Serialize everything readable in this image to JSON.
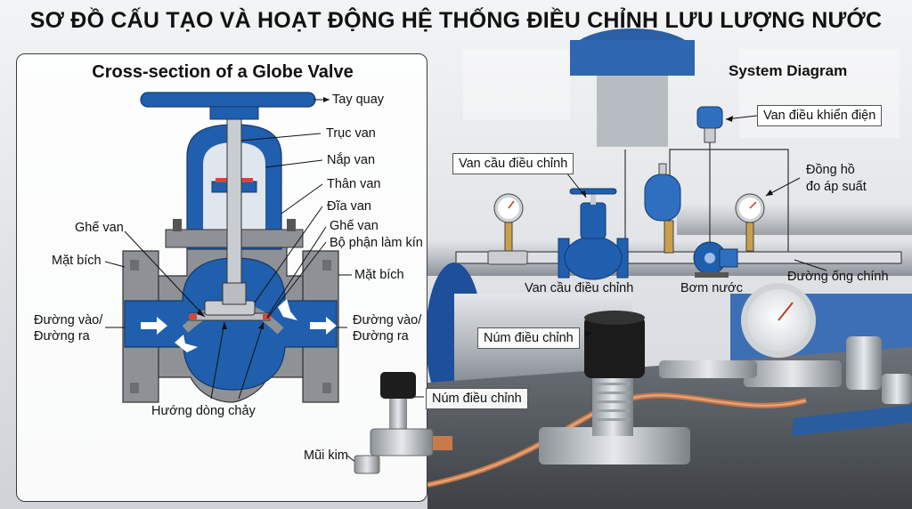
{
  "title": "SƠ ĐỒ CẤU TẠO VÀ HOẠT ĐỘNG HỆ THỐNG ĐIỀU CHỈNH LƯU LƯỢNG NƯỚC",
  "left_panel": {
    "title": "Cross-section of a Globe Valve",
    "labels": {
      "tay_quay": "Tay quay",
      "truc_van": "Trục van",
      "nap_van": "Nắp van",
      "than_van": "Thân van",
      "dia_van": "Đĩa van",
      "ghe_van_right": "Ghế van",
      "bo_phan_lam_kin": "Bộ phận làm kín",
      "ghe_van_left": "Ghế van",
      "mat_bich_left": "Mặt bích",
      "mat_bich_right": "Mặt bích",
      "duong_vao_left_1": "Đường vào/",
      "duong_vao_left_2": "Đường ra",
      "duong_vao_right_1": "Đường vào/",
      "duong_vao_right_2": "Đường ra",
      "huong_dong_chay": "Hướng dòng chảy",
      "num_dieu_chinh": "Núm điều chỉnh",
      "mui_kim": "Mũi kim"
    }
  },
  "system": {
    "title": "System Diagram",
    "labels": {
      "van_dieu_khien_dien": "Van điều khiển điện",
      "van_cau_dieu_chinh_box": "Van cầu điều chỉnh",
      "dong_ho_1": "Đồng hồ",
      "dong_ho_2": "đo áp suất",
      "van_cau_dieu_chinh": "Van cầu điều chỉnh",
      "bom_nuoc": "Bơm nước",
      "duong_ong_chinh": "Đường ống chính",
      "num_dieu_chinh": "Núm điều chỉnh"
    }
  },
  "colors": {
    "valve_blue": "#1f5fae",
    "valve_gray": "#8e9196",
    "stem_gray": "#c9ccd0",
    "seal_red": "#d9443a",
    "pipe_blue": "#1d4f9a"
  }
}
